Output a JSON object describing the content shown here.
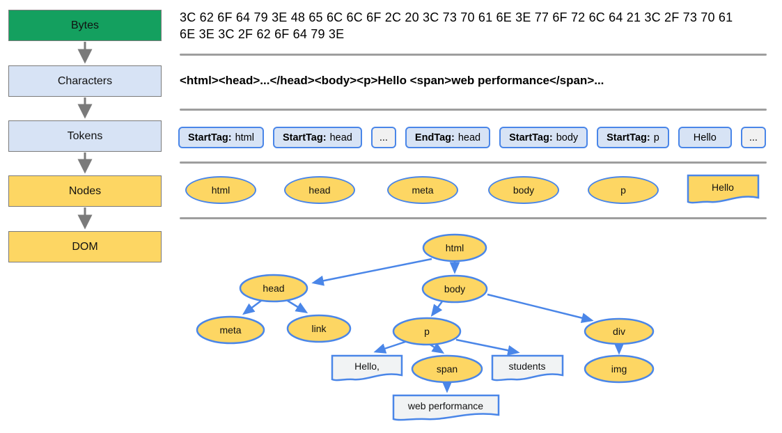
{
  "pipeline": {
    "stages": [
      {
        "id": "bytes",
        "label": "Bytes"
      },
      {
        "id": "characters",
        "label": "Characters"
      },
      {
        "id": "tokens",
        "label": "Tokens"
      },
      {
        "id": "nodes",
        "label": "Nodes"
      },
      {
        "id": "dom",
        "label": "DOM"
      }
    ]
  },
  "bytes_row": {
    "line1": "3C 62 6F 64 79 3E 48 65 6C 6C 6F 2C 20 3C 73 70 61 6E 3E 77 6F 72 6C 64 21 3C 2F 73 70 61",
    "line2": "6E 3E 3C 2F 62 6F 64 79 3E"
  },
  "characters_row": {
    "text": "<html><head>...</head><body><p>Hello <span>web performance</span>..."
  },
  "tokens_row": {
    "items": [
      {
        "prefix": "StartTag:",
        "value": "html"
      },
      {
        "prefix": "StartTag:",
        "value": "head"
      },
      {
        "prefix": "",
        "value": "..."
      },
      {
        "prefix": "EndTag:",
        "value": "head"
      },
      {
        "prefix": "StartTag:",
        "value": "body"
      },
      {
        "prefix": "StartTag:",
        "value": "p"
      },
      {
        "prefix": "",
        "value": "Hello"
      },
      {
        "prefix": "",
        "value": "..."
      }
    ]
  },
  "nodes_row": {
    "items": [
      "html",
      "head",
      "meta",
      "body",
      "p"
    ],
    "text_node": "Hello"
  },
  "dom_tree": {
    "elements": {
      "html": "html",
      "head": "head",
      "body": "body",
      "meta": "meta",
      "link": "link",
      "p": "p",
      "div": "div",
      "span": "span",
      "img": "img"
    },
    "text_nodes": {
      "hello": "Hello,",
      "students": "students",
      "web_performance": "web performance"
    }
  },
  "colors": {
    "bytes_green": "#14a05f",
    "light_blue_fill": "#d7e3f5",
    "yellow_fill": "#fdd663",
    "blue_border": "#4a86e8",
    "text_node_fill": "#f1f3f4",
    "divider_gray": "#9e9e9e",
    "box_border_gray": "#7a7a7a"
  }
}
